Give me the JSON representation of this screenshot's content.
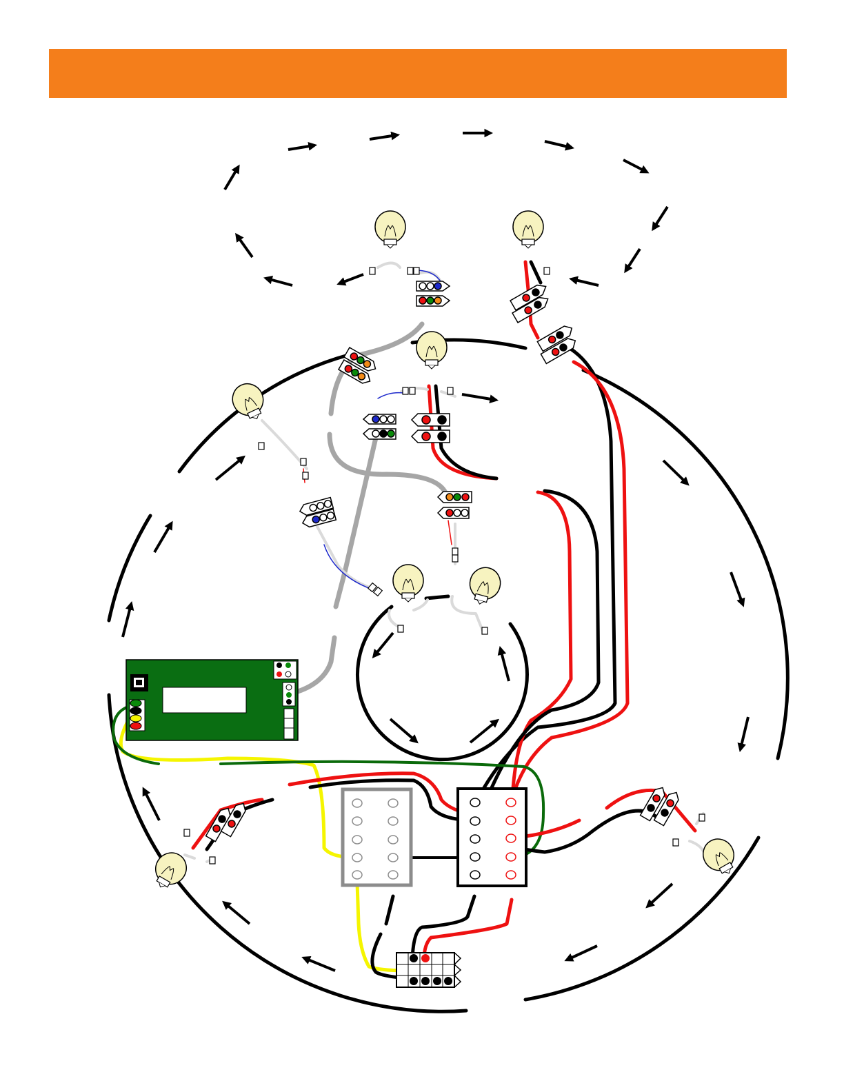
{
  "header": {
    "title": "",
    "color": "#F47E1B"
  },
  "colors": {
    "track": "#000000",
    "wire_red": "#EE1111",
    "wire_black": "#000000",
    "wire_yellow": "#F5F500",
    "wire_green": "#0A6A0A",
    "wire_gray": "#A6A6A6",
    "wire_lightgray": "#DADADA",
    "wire_blue": "#1E2ACC",
    "board": "#0A6E12",
    "bulb_fill": "#F7F3C0",
    "signal_green": "#0A8A0A",
    "signal_orange": "#F28A18"
  },
  "icons": {
    "bulb": "light-bulb-icon",
    "signal": "signal-head-icon",
    "arrow": "direction-arrow-icon",
    "connector": "wire-connector-icon",
    "jack": "rj-jack-icon"
  },
  "components": {
    "controller_board": "controller-circuit-board",
    "gray_terminal": "gray-terminal-block",
    "black_terminal": "black-terminal-block",
    "bottom_connector": "bottom-terminal-strip"
  }
}
